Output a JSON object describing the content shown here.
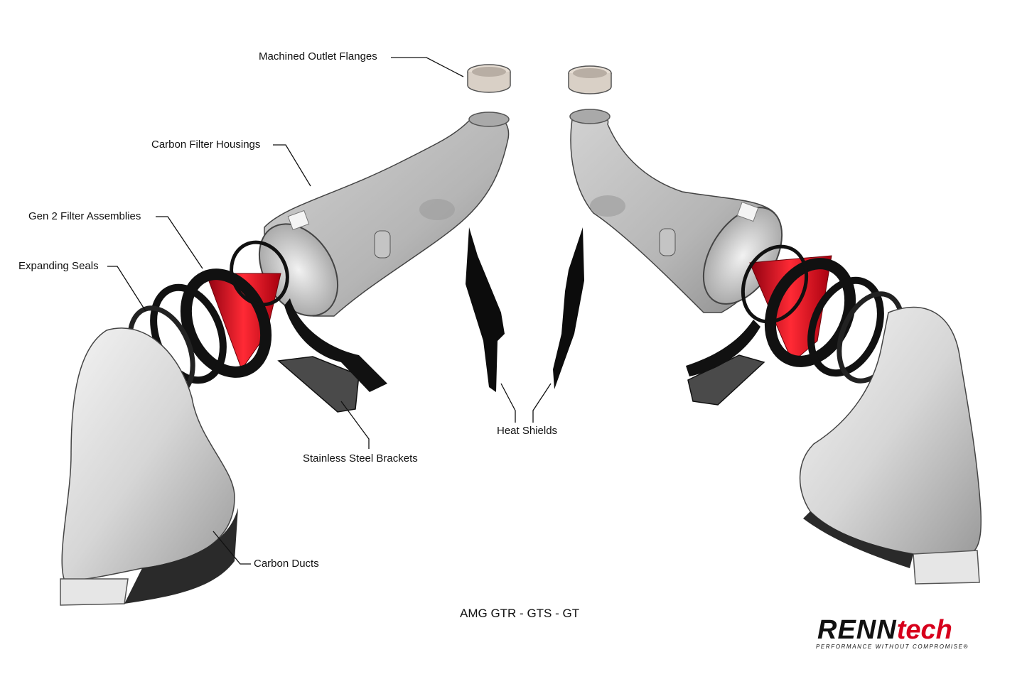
{
  "callouts": {
    "outlet_flanges": "Machined Outlet Flanges",
    "filter_housings": "Carbon Filter Housings",
    "filter_assemblies": "Gen 2 Filter Assemblies",
    "expanding_seals": "Expanding Seals",
    "brackets": "Stainless Steel Brackets",
    "heat_shields": "Heat Shields",
    "carbon_ducts": "Carbon Ducts"
  },
  "caption": "AMG GTR - GTS - GT",
  "brand": {
    "name_main": "RENN",
    "name_accent": "tech",
    "tagline": "PERFORMANCE WITHOUT COMPROMISE®"
  },
  "colors": {
    "filter_red": "#d7001c",
    "part_grey": "#c8c8c8",
    "outline": "#111111"
  }
}
